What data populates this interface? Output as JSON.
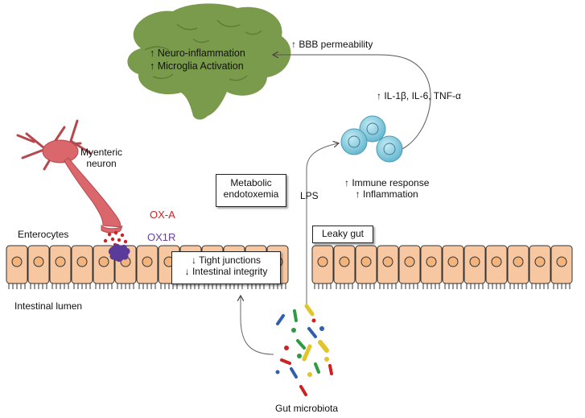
{
  "brain": {
    "line1": "↑ Neuro-inflammation",
    "line2": "↑ Microglia Activation"
  },
  "bbb": "↑ BBB permeability",
  "cytokines": "↑ IL-1β, IL-6, TNF-α",
  "immune": {
    "line1": "↑ Immune response",
    "line2": "↑ Inflammation"
  },
  "neuron": {
    "line1": "Myenteric",
    "line2": "neuron"
  },
  "ox_a": "OX-A",
  "ox1r": "OX1R",
  "enterocytes": "Enterocytes",
  "lumen": "Intestinal lumen",
  "metabolic": {
    "line1": "Metabolic",
    "line2": "endotoxemia"
  },
  "lps": "LPS",
  "leaky": "Leaky gut",
  "tight": {
    "line1": "↓ Tight junctions",
    "line2": "↓ Intestinal integrity"
  },
  "microbiota": "Gut microbiota",
  "colors": {
    "brain": "#7a9a4c",
    "neuron": "#d9676b",
    "cell_fill": "#f6c7a1",
    "immune": "#7cc4d8",
    "ox_a": "#cc2222",
    "ox1r": "#6a3fa0"
  }
}
